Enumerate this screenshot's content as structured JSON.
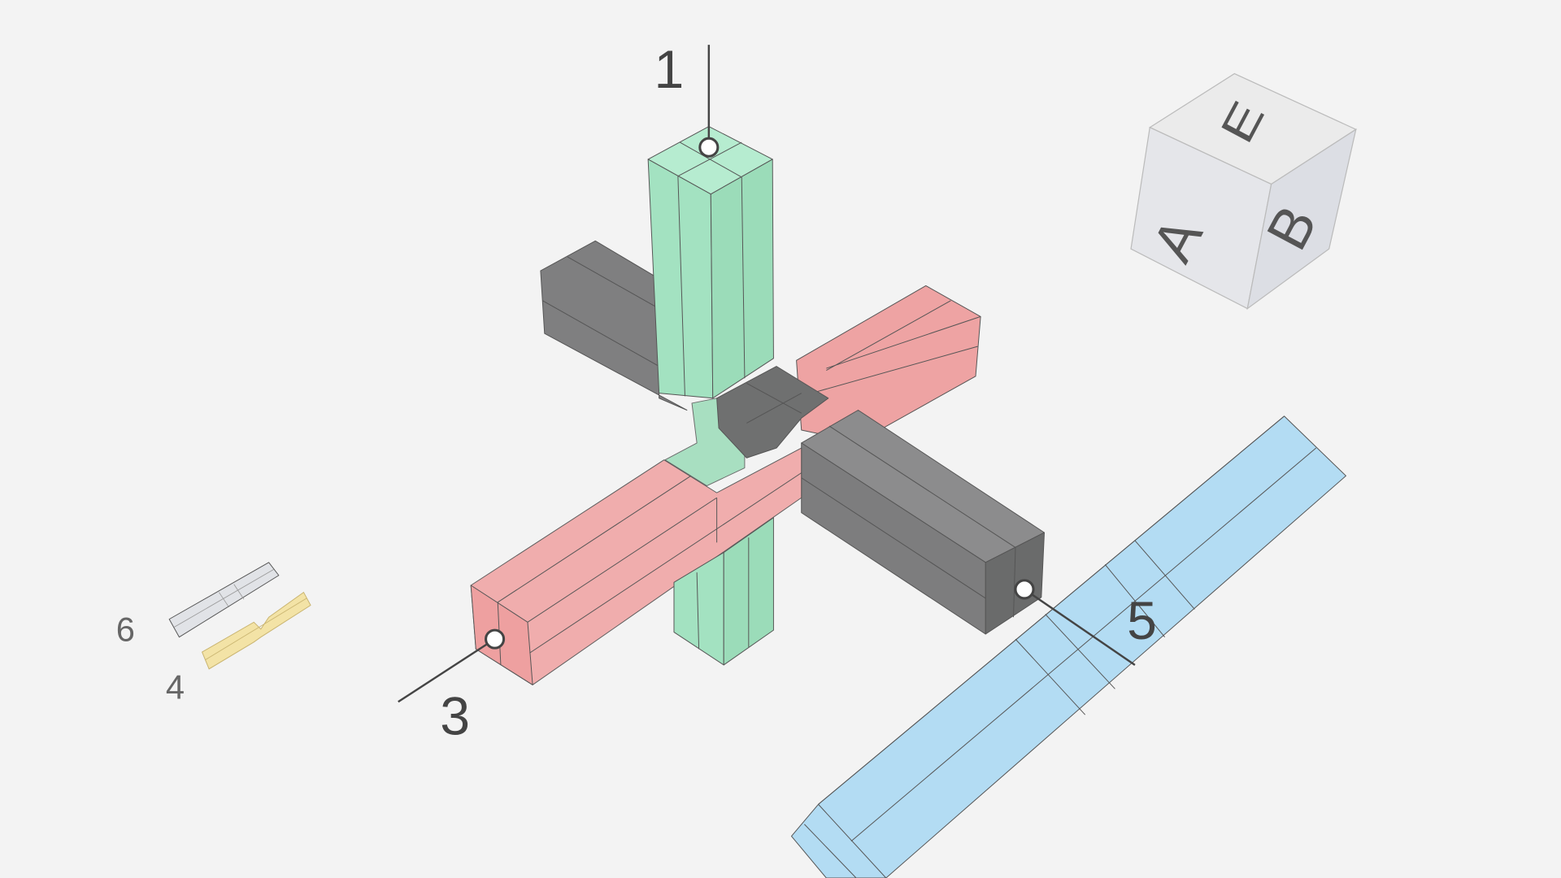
{
  "callouts": {
    "piece_1": "1",
    "piece_3": "3",
    "piece_5": "5",
    "piece_6": "6",
    "piece_4": "4"
  },
  "view_cube": {
    "left_face": "A",
    "right_face": "B",
    "top_face": "E"
  },
  "colors": {
    "background": "#f3f3f3",
    "piece_green": "#a6e3c4",
    "piece_gray": "#8a8a8a",
    "piece_red": "#f0a8a8",
    "piece_blue": "#b3dcf3",
    "piece_white": "#e4e6ea",
    "piece_yellow": "#f3e3a6"
  }
}
